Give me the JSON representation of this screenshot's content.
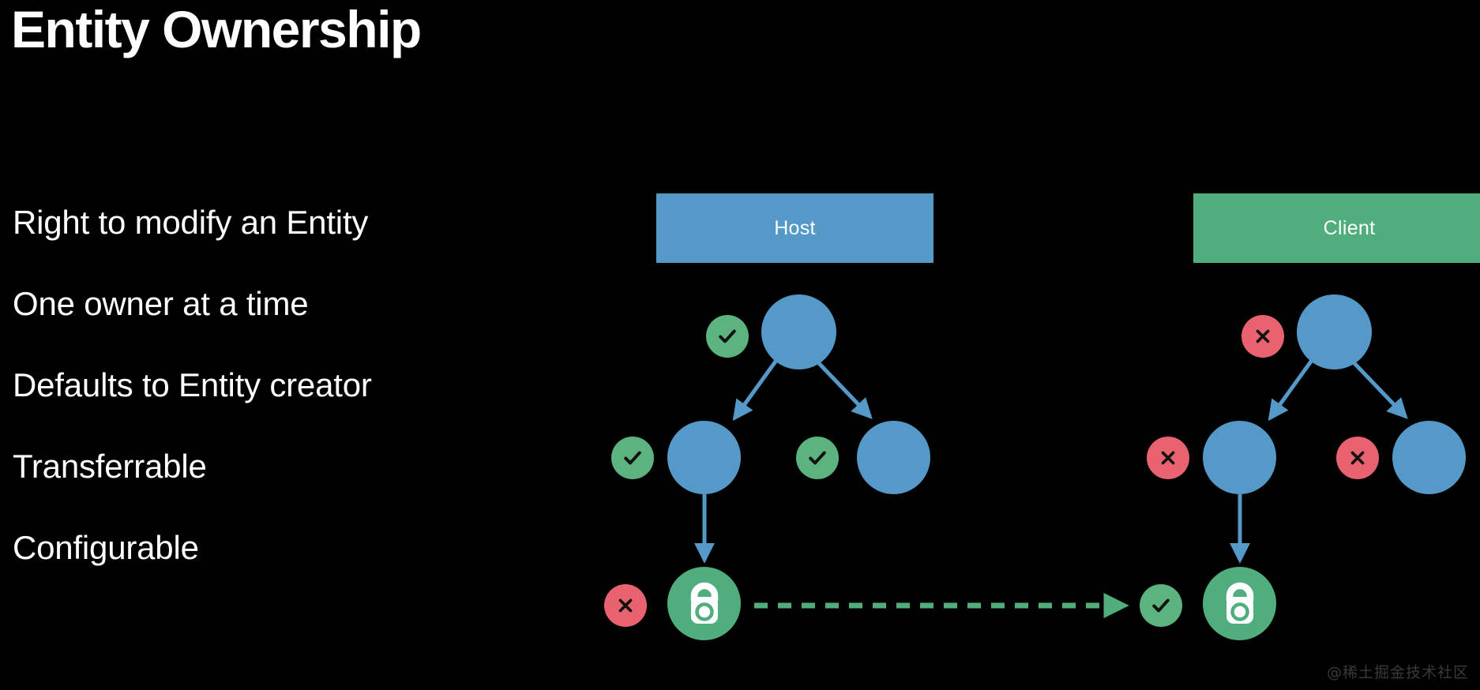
{
  "slide": {
    "title": "Entity Ownership",
    "background_color": "#000000"
  },
  "bullets": [
    {
      "label": "Right to modify an Entity"
    },
    {
      "label": "One owner at a time"
    },
    {
      "label": "Defaults to Entity creator"
    },
    {
      "label": "Transferrable"
    },
    {
      "label": "Configurable"
    }
  ],
  "columns": {
    "host": {
      "label": "Host",
      "color": "#5499c7"
    },
    "client": {
      "label": "Client",
      "color": "#50ae7e"
    }
  },
  "colors": {
    "node_blue": "#5499c7",
    "lock_green": "#50ae7e",
    "badge_ok_green": "#5cb37e",
    "badge_no_red": "#e8636f",
    "arrow_blue": "#5499c7",
    "transfer_arrow_green": "#4fae7c",
    "text_white": "#ffffff",
    "watermark_gray": "#3a3a3a"
  },
  "diagram": {
    "host_tree": {
      "root": {
        "icon": "entity-node",
        "badge": "check-icon"
      },
      "child_left": {
        "icon": "entity-node",
        "badge": "check-icon"
      },
      "child_right": {
        "icon": "entity-node",
        "badge": "check-icon"
      },
      "leaf_lock": {
        "icon": "lock-icon",
        "badge": "cross-icon"
      }
    },
    "client_tree": {
      "root": {
        "icon": "entity-node",
        "badge": "cross-icon"
      },
      "child_left": {
        "icon": "entity-node",
        "badge": "cross-icon"
      },
      "child_right": {
        "icon": "entity-node",
        "badge": "cross-icon"
      },
      "leaf_lock": {
        "icon": "lock-icon",
        "badge": "check-icon"
      }
    },
    "transfer": {
      "icon": "dashed-arrow-right-icon",
      "style": "dashed"
    }
  },
  "watermark": {
    "text": "@稀土掘金技术社区"
  }
}
